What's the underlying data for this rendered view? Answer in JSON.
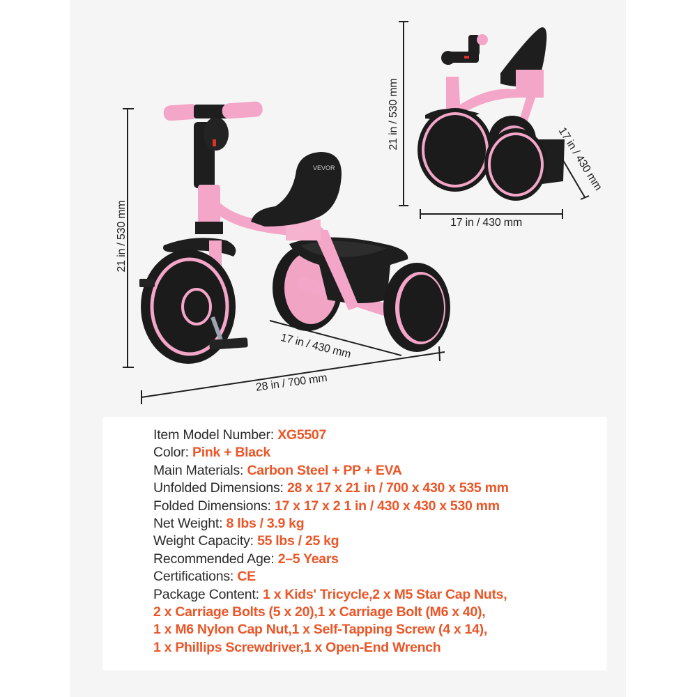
{
  "brand": "VEVOR",
  "colors": {
    "accent": "#ea5628",
    "pink": "#f4a6c8",
    "frame_black": "#1b1b1b",
    "background": "#f5f5f5"
  },
  "unfolded_view": {
    "height_label": "21 in / 530 mm",
    "width_label": "17 in / 430 mm",
    "length_label": "28 in / 700 mm"
  },
  "folded_view": {
    "height_label": "21 in / 530 mm",
    "depth_label": "17 in / 430 mm",
    "width_label": "17 in / 430 mm"
  },
  "specs": [
    {
      "label": "Item Model Number: ",
      "value": "XG5507"
    },
    {
      "label": "Color: ",
      "value": "Pink + Black"
    },
    {
      "label": "Main Materials: ",
      "value": "Carbon Steel + PP + EVA"
    },
    {
      "label": "Unfolded Dimensions: ",
      "value": "28 x 17 x 21 in / 700 x 430 x 535 mm"
    },
    {
      "label": "Folded Dimensions: ",
      "value": "17 x 17 x 2 1 in / 430 x 430 x 530 mm"
    },
    {
      "label": "Net Weight: ",
      "value": "8 lbs / 3.9 kg"
    },
    {
      "label": "Weight Capacity: ",
      "value": "55 lbs / 25 kg"
    },
    {
      "label": "Recommended Age: ",
      "value": "2–5 Years"
    },
    {
      "label": "Certifications: ",
      "value": "CE"
    }
  ],
  "package": {
    "label": "Package Content: ",
    "lines": [
      "1 x Kids' Tricycle,2 x M5 Star Cap Nuts,",
      "2 x Carriage Bolts (5 x 20),1 x Carriage Bolt (M6 x 40),",
      "1 x M6 Nylon Cap Nut,1 x Self-Tapping Screw (4 x 14),",
      "1 x Phillips Screwdriver,1 x Open-End Wrench"
    ]
  }
}
